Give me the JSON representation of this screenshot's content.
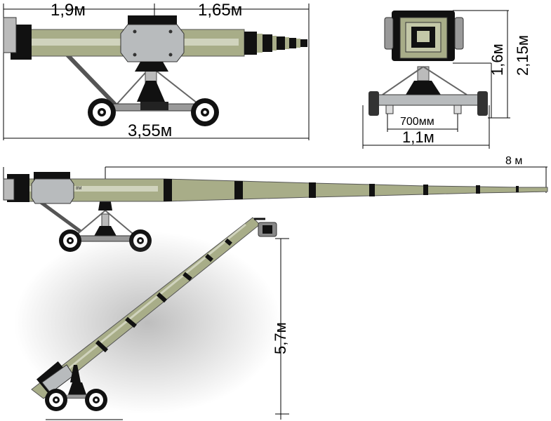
{
  "dimensions": {
    "crane_front_length": "1,9м",
    "crane_rear_length": "1,65м",
    "total_length": "3,55м",
    "height_low": "1,6м",
    "height_high": "2,15м",
    "track_width": "700мм",
    "base_width": "1,1м",
    "boom_reach": "8 м",
    "lift_height": "5,7м"
  },
  "plate_text": "8M",
  "colors": {
    "boom": "#a8ad88",
    "boom_light": "#c4c8a8",
    "black": "#111111",
    "plate": "#b8bbbd",
    "wheel": "#1a1a1a"
  }
}
